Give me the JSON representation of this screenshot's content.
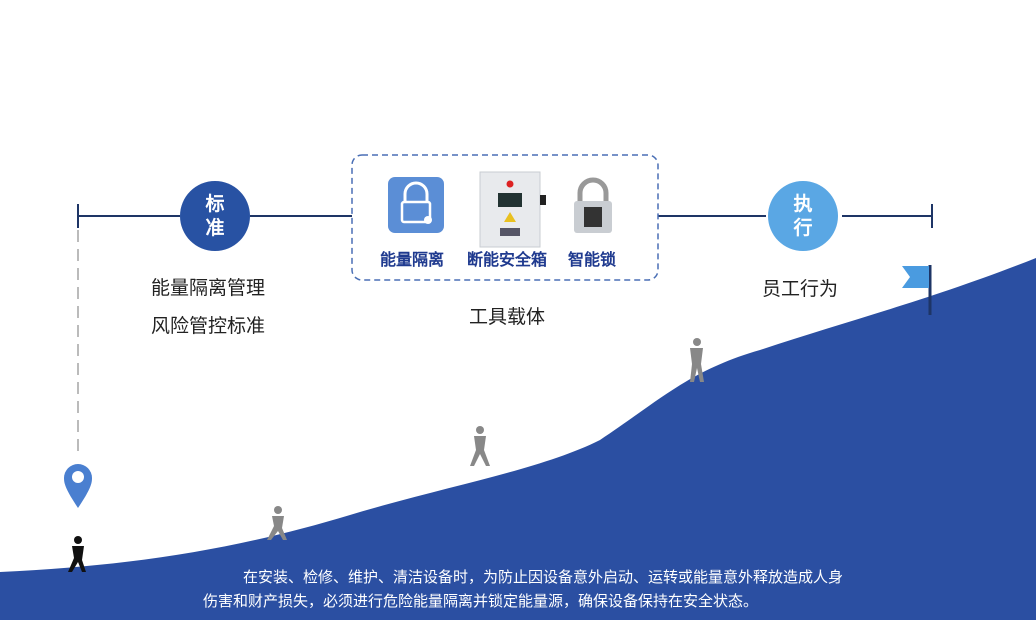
{
  "colors": {
    "mountain": "#2b4fa2",
    "standard": "#2852a3",
    "execution": "#5aa7e4",
    "line": "#1e3566"
  },
  "standard": {
    "circle": [
      "标",
      "准"
    ],
    "lines": [
      "能量隔离管理",
      "风险管控标准"
    ]
  },
  "tools": {
    "items": [
      "能量隔离",
      "断能安全箱",
      "智能锁"
    ],
    "caption": "工具载体"
  },
  "execution": {
    "circle": [
      "执",
      "行"
    ],
    "caption": "员工行为"
  },
  "description": {
    "line1": "在安装、检修、维护、清洁设备时，为防止因设备意外启动、运转或能量意外释放造成人身",
    "line2": "伤害和财产损失，必须进行危险能量隔离并锁定能量源，确保设备保持在安全状态。"
  }
}
